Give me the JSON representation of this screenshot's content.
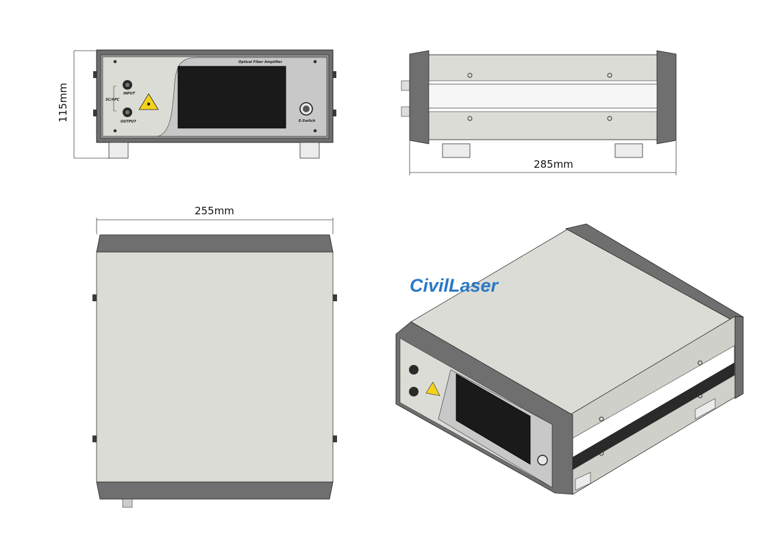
{
  "dimensions": {
    "height": "115mm",
    "length": "285mm",
    "width": "255mm"
  },
  "front_panel": {
    "title": "Optical Fiber Amplifier",
    "connector_group_label": "SC/APC",
    "port_top_label": "INPUT",
    "port_bottom_label": "OUTPUT",
    "knob_label": "E-Switch"
  },
  "watermark": "CivilLaser",
  "colors": {
    "frame": "#6f6f6f",
    "panel": "#dcdcd6",
    "screen": "#1a1a1a",
    "logo": "#2a78c8",
    "warning": "#f5d21a"
  }
}
